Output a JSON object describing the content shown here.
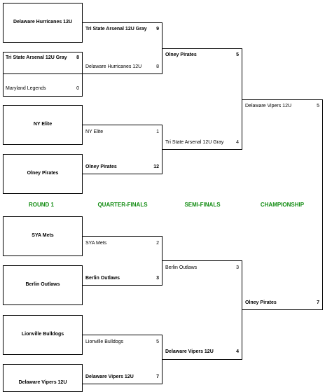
{
  "rounds": [
    "ROUND 1",
    "QUARTER-FINALS",
    "SEMI-FINALS",
    "CHAMPIONSHIP"
  ],
  "round1": {
    "top": [
      {
        "name": "Delaware Hurricanes 12U",
        "score": "",
        "bold": true
      },
      {
        "name": "Tri State Arsenal 12U Gray",
        "score": "8",
        "bold": true
      },
      {
        "name": "Maryland Legends",
        "score": "0",
        "bold": false
      },
      {
        "name": "NY Elite",
        "score": "",
        "bold": true
      },
      {
        "name": "Olney Pirates",
        "score": "",
        "bold": true
      }
    ],
    "bottom": [
      {
        "name": "SYA Mets",
        "score": "",
        "bold": true
      },
      {
        "name": "Berlin Outlaws",
        "score": "",
        "bold": true
      },
      {
        "name": "Lionville Bulldogs",
        "score": "",
        "bold": true
      },
      {
        "name": "Delaware Vipers 12U",
        "score": "",
        "bold": true
      }
    ]
  },
  "quarterfinals": [
    {
      "a": {
        "name": "Tri State Arsenal 12U Gray",
        "score": "9",
        "bold": true
      },
      "b": {
        "name": "Delaware Hurricanes 12U",
        "score": "8",
        "bold": false
      }
    },
    {
      "a": {
        "name": "NY Elite",
        "score": "1",
        "bold": false
      },
      "b": {
        "name": "Olney Pirates",
        "score": "12",
        "bold": true
      }
    },
    {
      "a": {
        "name": "SYA Mets",
        "score": "2",
        "bold": false
      },
      "b": {
        "name": "Berlin Outlaws",
        "score": "3",
        "bold": true
      }
    },
    {
      "a": {
        "name": "Lionville Bulldogs",
        "score": "5",
        "bold": false
      },
      "b": {
        "name": "Delaware Vipers 12U",
        "score": "7",
        "bold": true
      }
    }
  ],
  "semifinals": [
    {
      "a": {
        "name": "Olney Pirates",
        "score": "5",
        "bold": true
      },
      "b": {
        "name": "Tri State Arsenal 12U Gray",
        "score": "4",
        "bold": false
      }
    },
    {
      "a": {
        "name": "Berlin Outlaws",
        "score": "3",
        "bold": false
      },
      "b": {
        "name": "Delaware Vipers 12U",
        "score": "4",
        "bold": true
      }
    }
  ],
  "championship": {
    "a": {
      "name": "Delaware Vipers 12U",
      "score": "5",
      "bold": false
    },
    "b": {
      "name": "Olney Pirates",
      "score": "7",
      "bold": true
    }
  },
  "colors": {
    "round_label": "#128c12",
    "lines": "#000000"
  }
}
